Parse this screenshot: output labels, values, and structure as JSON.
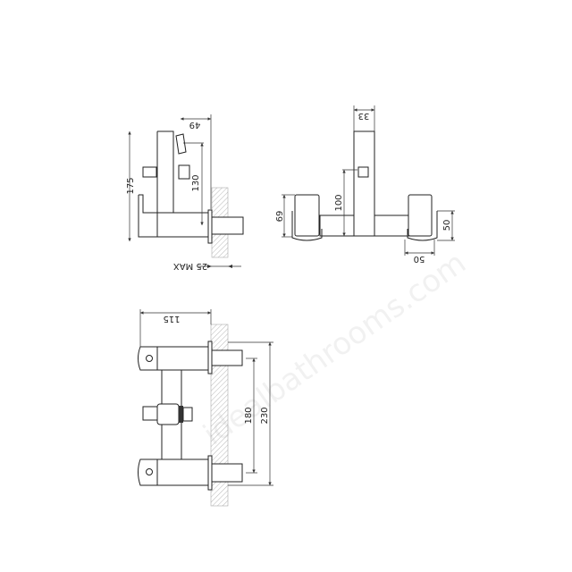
{
  "watermark": "idealbathrooms.com",
  "side_view": {
    "dim_height_total": "175",
    "dim_lever_offset": "49",
    "dim_spout_height": "130",
    "dim_wall_max": "25 MAX"
  },
  "front_view": {
    "dim_column_width": "33",
    "dim_column_height": "100",
    "dim_handle_height": "69",
    "dim_handle_depth": "50",
    "dim_handle_width": "50"
  },
  "top_view": {
    "dim_projection": "115",
    "dim_centres_inner": "180",
    "dim_centres_outer": "230"
  }
}
